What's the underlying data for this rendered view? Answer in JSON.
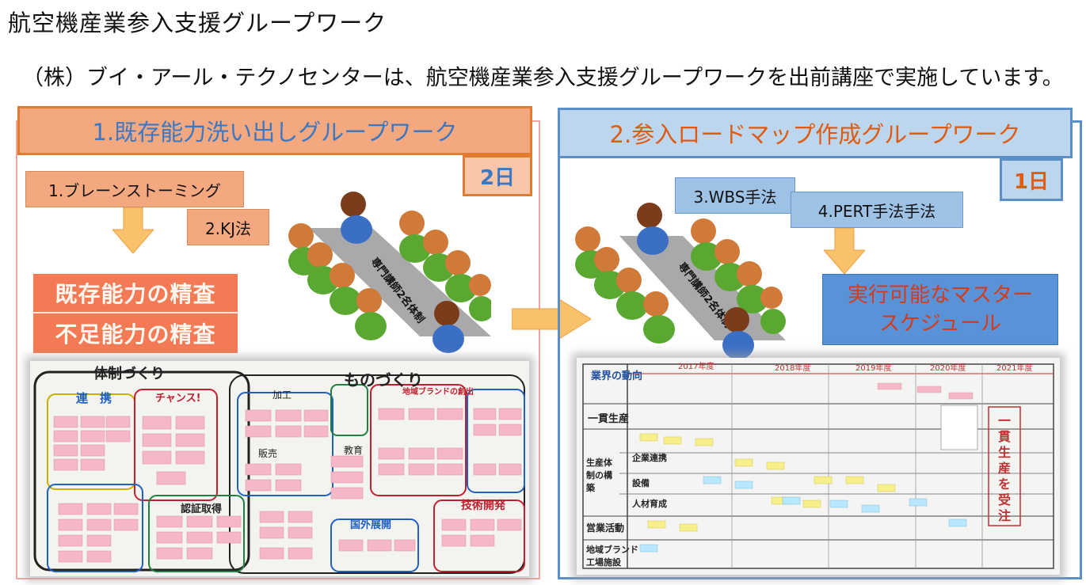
{
  "page": {
    "title": "航空機産業参入支援グループワーク",
    "intro": "（株）ブイ・アール・テクノセンターは、航空機産業参入支援グループワークを出前講座で実施しています。"
  },
  "left": {
    "header": "1.既存能力洗い出しグループワーク",
    "days": "2日",
    "steps": [
      "1.ブレーンストーミング",
      "2.KJ法"
    ],
    "results": [
      "既存能力の精査",
      "不足能力の精査"
    ],
    "table_label": "専門講師2名体制",
    "photo": {
      "labels": [
        "体制づくり",
        "ものづくり",
        "連　携",
        "チャンス!",
        "加工",
        "販売",
        "教育",
        "技術開発",
        "国外展開",
        "認証取得",
        "地域ブランドの創出"
      ]
    }
  },
  "right": {
    "header": "2.参入ロードマップ作成グループワーク",
    "days": "1日",
    "steps": [
      "3.WBS手法",
      "4.PERT手法手法"
    ],
    "result": [
      "実行可能なマスター",
      "スケジュール"
    ],
    "table_label": "専門講師2名体制",
    "photo": {
      "row_labels": [
        "業界の動向",
        "一貫生産",
        "生産体制の構築",
        "企業連携",
        "設備",
        "人材育成",
        "営業活動",
        "地域ブランド",
        "工場施設"
      ],
      "year_labels": [
        "2017年度",
        "2018年度",
        "2019年度",
        "2020年度",
        "2021年度"
      ],
      "side_label": "一貫生産を受注"
    }
  },
  "colors": {
    "orange_fill": "#f4a880",
    "orange_border": "#e07b30",
    "blue_fill": "#bcd6ee",
    "blue_border": "#5a8fc7",
    "arrow": "#f8c16a"
  }
}
